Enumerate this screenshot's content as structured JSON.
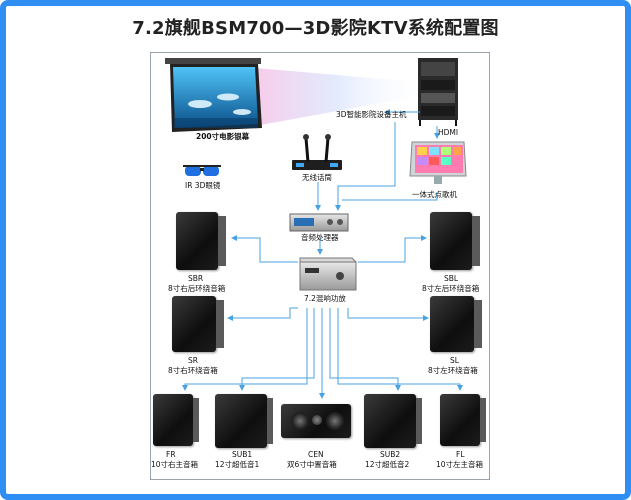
{
  "title": "7.2旗舰BSM700—3D影院KTV系统配置图",
  "labels": {
    "screen": "200寸电影银幕",
    "host": "3D智能影院设备主机",
    "hdmi": "HDMI",
    "mic": "无线话筒",
    "glasses": "IR 3D眼镜",
    "karaoke": "一体式点歌机",
    "processor": "音频处理器",
    "amp": "7.2混响功放"
  },
  "speakers": [
    {
      "code": "SBR",
      "desc": "8寸右后环绕音箱"
    },
    {
      "code": "SBL",
      "desc": "8寸左后环绕音箱"
    },
    {
      "code": "SR",
      "desc": "8寸右环绕音箱"
    },
    {
      "code": "SL",
      "desc": "8寸左环绕音箱"
    },
    {
      "code": "FR",
      "desc": "10寸右主音箱"
    },
    {
      "code": "SUB1",
      "desc": "12寸超低音1"
    },
    {
      "code": "CEN",
      "desc": "双6寸中置音箱"
    },
    {
      "code": "SUB2",
      "desc": "12寸超低音2"
    },
    {
      "code": "FL",
      "desc": "10寸左主音箱"
    }
  ],
  "colors": {
    "border": "#2f8ef3",
    "connector": "#4aa3e0"
  }
}
